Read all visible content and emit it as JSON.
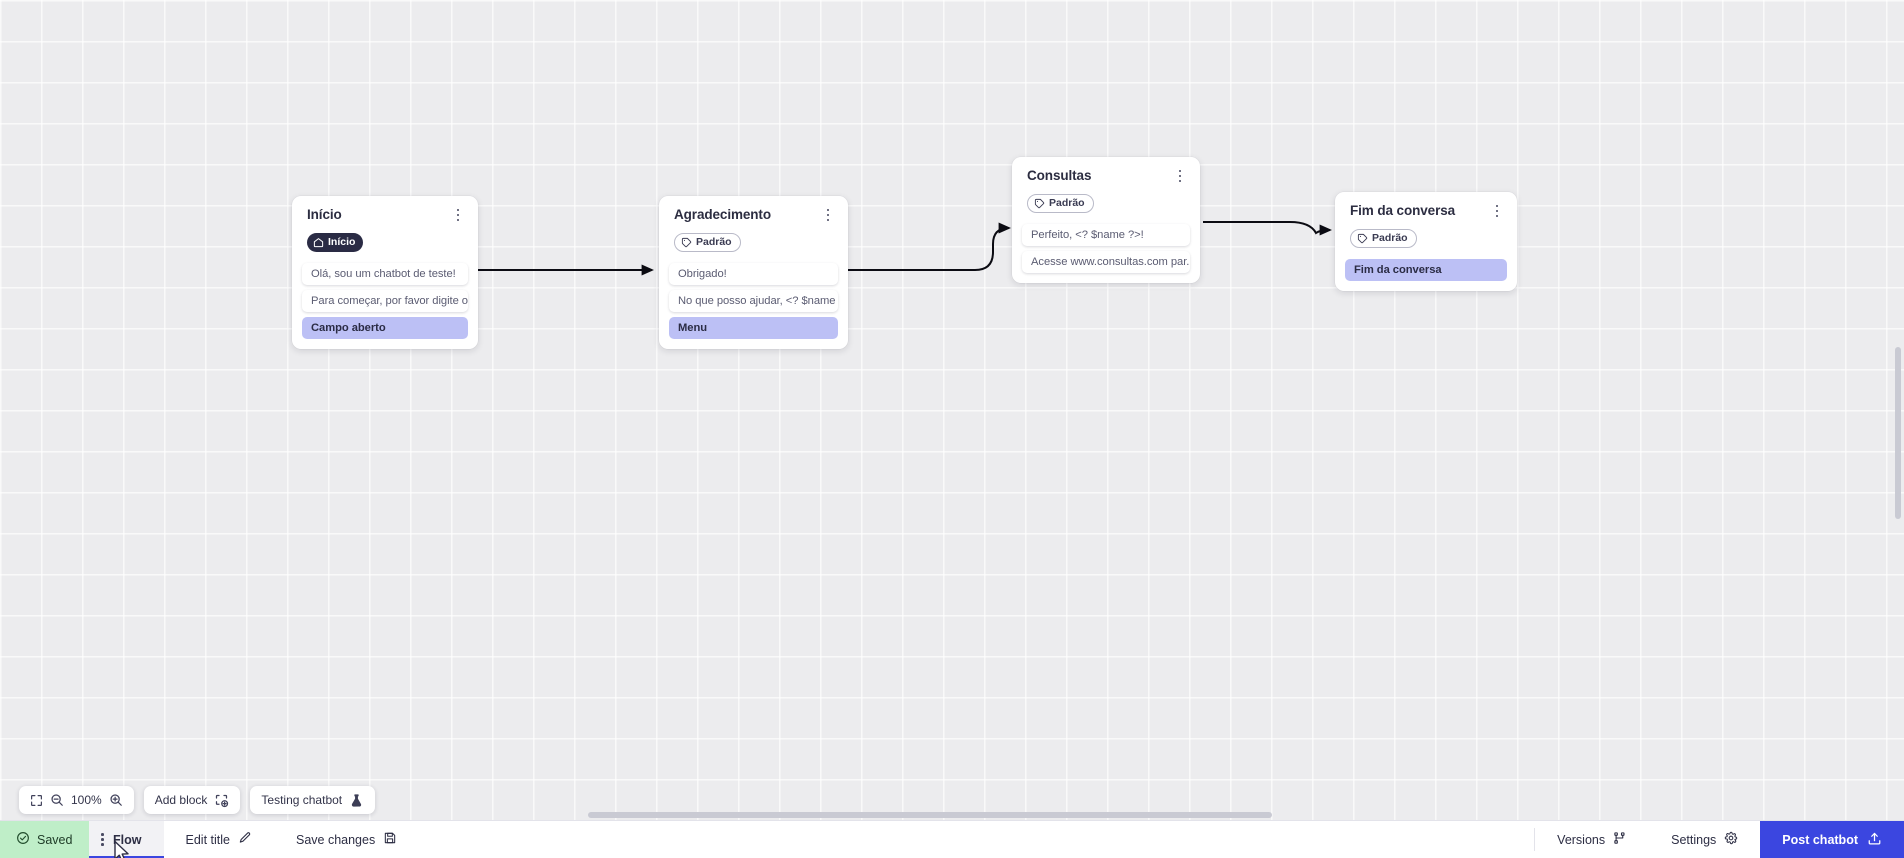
{
  "canvas": {
    "zoom_label": "100%",
    "blocks": [
      {
        "id": "inicio",
        "title": "Início",
        "tag": {
          "label": "Início",
          "style": "dark",
          "icon": "home-icon"
        },
        "rows": [
          {
            "text": "Olá, sou um chatbot de teste!",
            "type": "message"
          },
          {
            "text": "Para começar, por favor digite o ...",
            "type": "message"
          },
          {
            "text": "Campo aberto",
            "type": "action"
          }
        ]
      },
      {
        "id": "agradecimento",
        "title": "Agradecimento",
        "tag": {
          "label": "Padrão",
          "style": "outline",
          "icon": "tag-icon"
        },
        "rows": [
          {
            "text": "Obrigado!",
            "type": "message"
          },
          {
            "text": "No que posso ajudar, <? $name ...",
            "type": "message"
          },
          {
            "text": "Menu",
            "type": "action"
          }
        ]
      },
      {
        "id": "consultas",
        "title": "Consultas",
        "tag": {
          "label": "Padrão",
          "style": "outline",
          "icon": "tag-icon"
        },
        "rows": [
          {
            "text": "Perfeito, <? $name ?>!",
            "type": "message"
          },
          {
            "text": "Acesse www.consultas.com par...",
            "type": "message"
          }
        ]
      },
      {
        "id": "fim-da-conversa",
        "title": "Fim da conversa",
        "tag": {
          "label": "Padrão",
          "style": "outline",
          "icon": "tag-icon"
        },
        "rows": [
          {
            "text": "Fim da conversa",
            "type": "action"
          }
        ]
      }
    ]
  },
  "float_toolbar": {
    "fit_icon": "fit-screen-icon",
    "zoom_out_icon": "zoom-out-icon",
    "zoom_level": "100%",
    "zoom_in_icon": "zoom-in-icon",
    "add_block_label": "Add block",
    "add_block_icon": "add-block-icon",
    "testing_label": "Testing chatbot",
    "testing_icon": "flask-icon"
  },
  "statusbar": {
    "saved_label": "Saved",
    "saved_icon": "check-circle-icon",
    "tab_flow_label": "Flow",
    "tab_grip_icon": "drag-handle-icon",
    "edit_title_label": "Edit title",
    "edit_title_icon": "pencil-icon",
    "save_changes_label": "Save changes",
    "save_changes_icon": "save-disk-icon",
    "versions_label": "Versions",
    "versions_icon": "branch-icon",
    "settings_label": "Settings",
    "settings_icon": "gear-icon",
    "post_label": "Post chatbot",
    "post_icon": "upload-icon"
  },
  "colors": {
    "accent": "#3b46e0",
    "action_row": "#bcc0f5",
    "saved_chip": "#bfeec8",
    "tag_dark": "#2a2b44",
    "canvas": "#ececee"
  }
}
